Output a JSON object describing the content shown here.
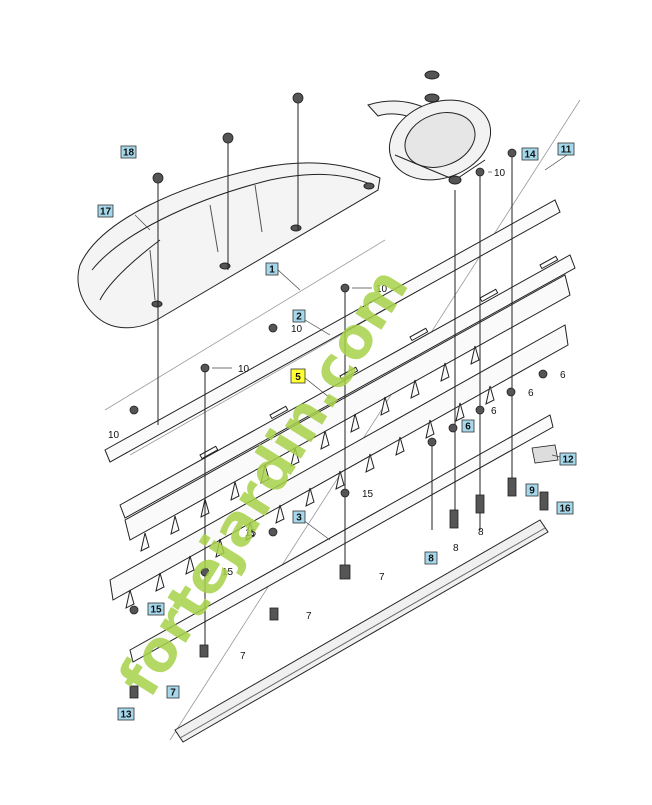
{
  "callouts": {
    "c18": "18",
    "c17": "17",
    "c1": "1",
    "c2": "2",
    "c5": "5",
    "c3": "3",
    "c14": "14",
    "c11": "11",
    "c12": "12",
    "c16": "16",
    "c13": "13",
    "c15": "15",
    "c6a": "6",
    "c8a": "8",
    "c9": "9",
    "c7": "7"
  },
  "labels": {
    "l10a": "10",
    "l10b": "10",
    "l10c": "10",
    "l10d": "10",
    "l10e": "10",
    "l6a": "6",
    "l6b": "6",
    "l6c": "6",
    "l15a": "15",
    "l15b": "15",
    "l15c": "15",
    "l7a": "7",
    "l7b": "7",
    "l7c": "7",
    "l8a": "8",
    "l8b": "8"
  },
  "watermark": {
    "text": "fortejardin.com",
    "color_green": "#a8d24a",
    "color_orange": "#f4a640",
    "color_brown": "#c9a26a"
  },
  "colors": {
    "callout_blue": "#a6d8ec",
    "callout_yellow": "#ffff33",
    "line": "#222222"
  }
}
